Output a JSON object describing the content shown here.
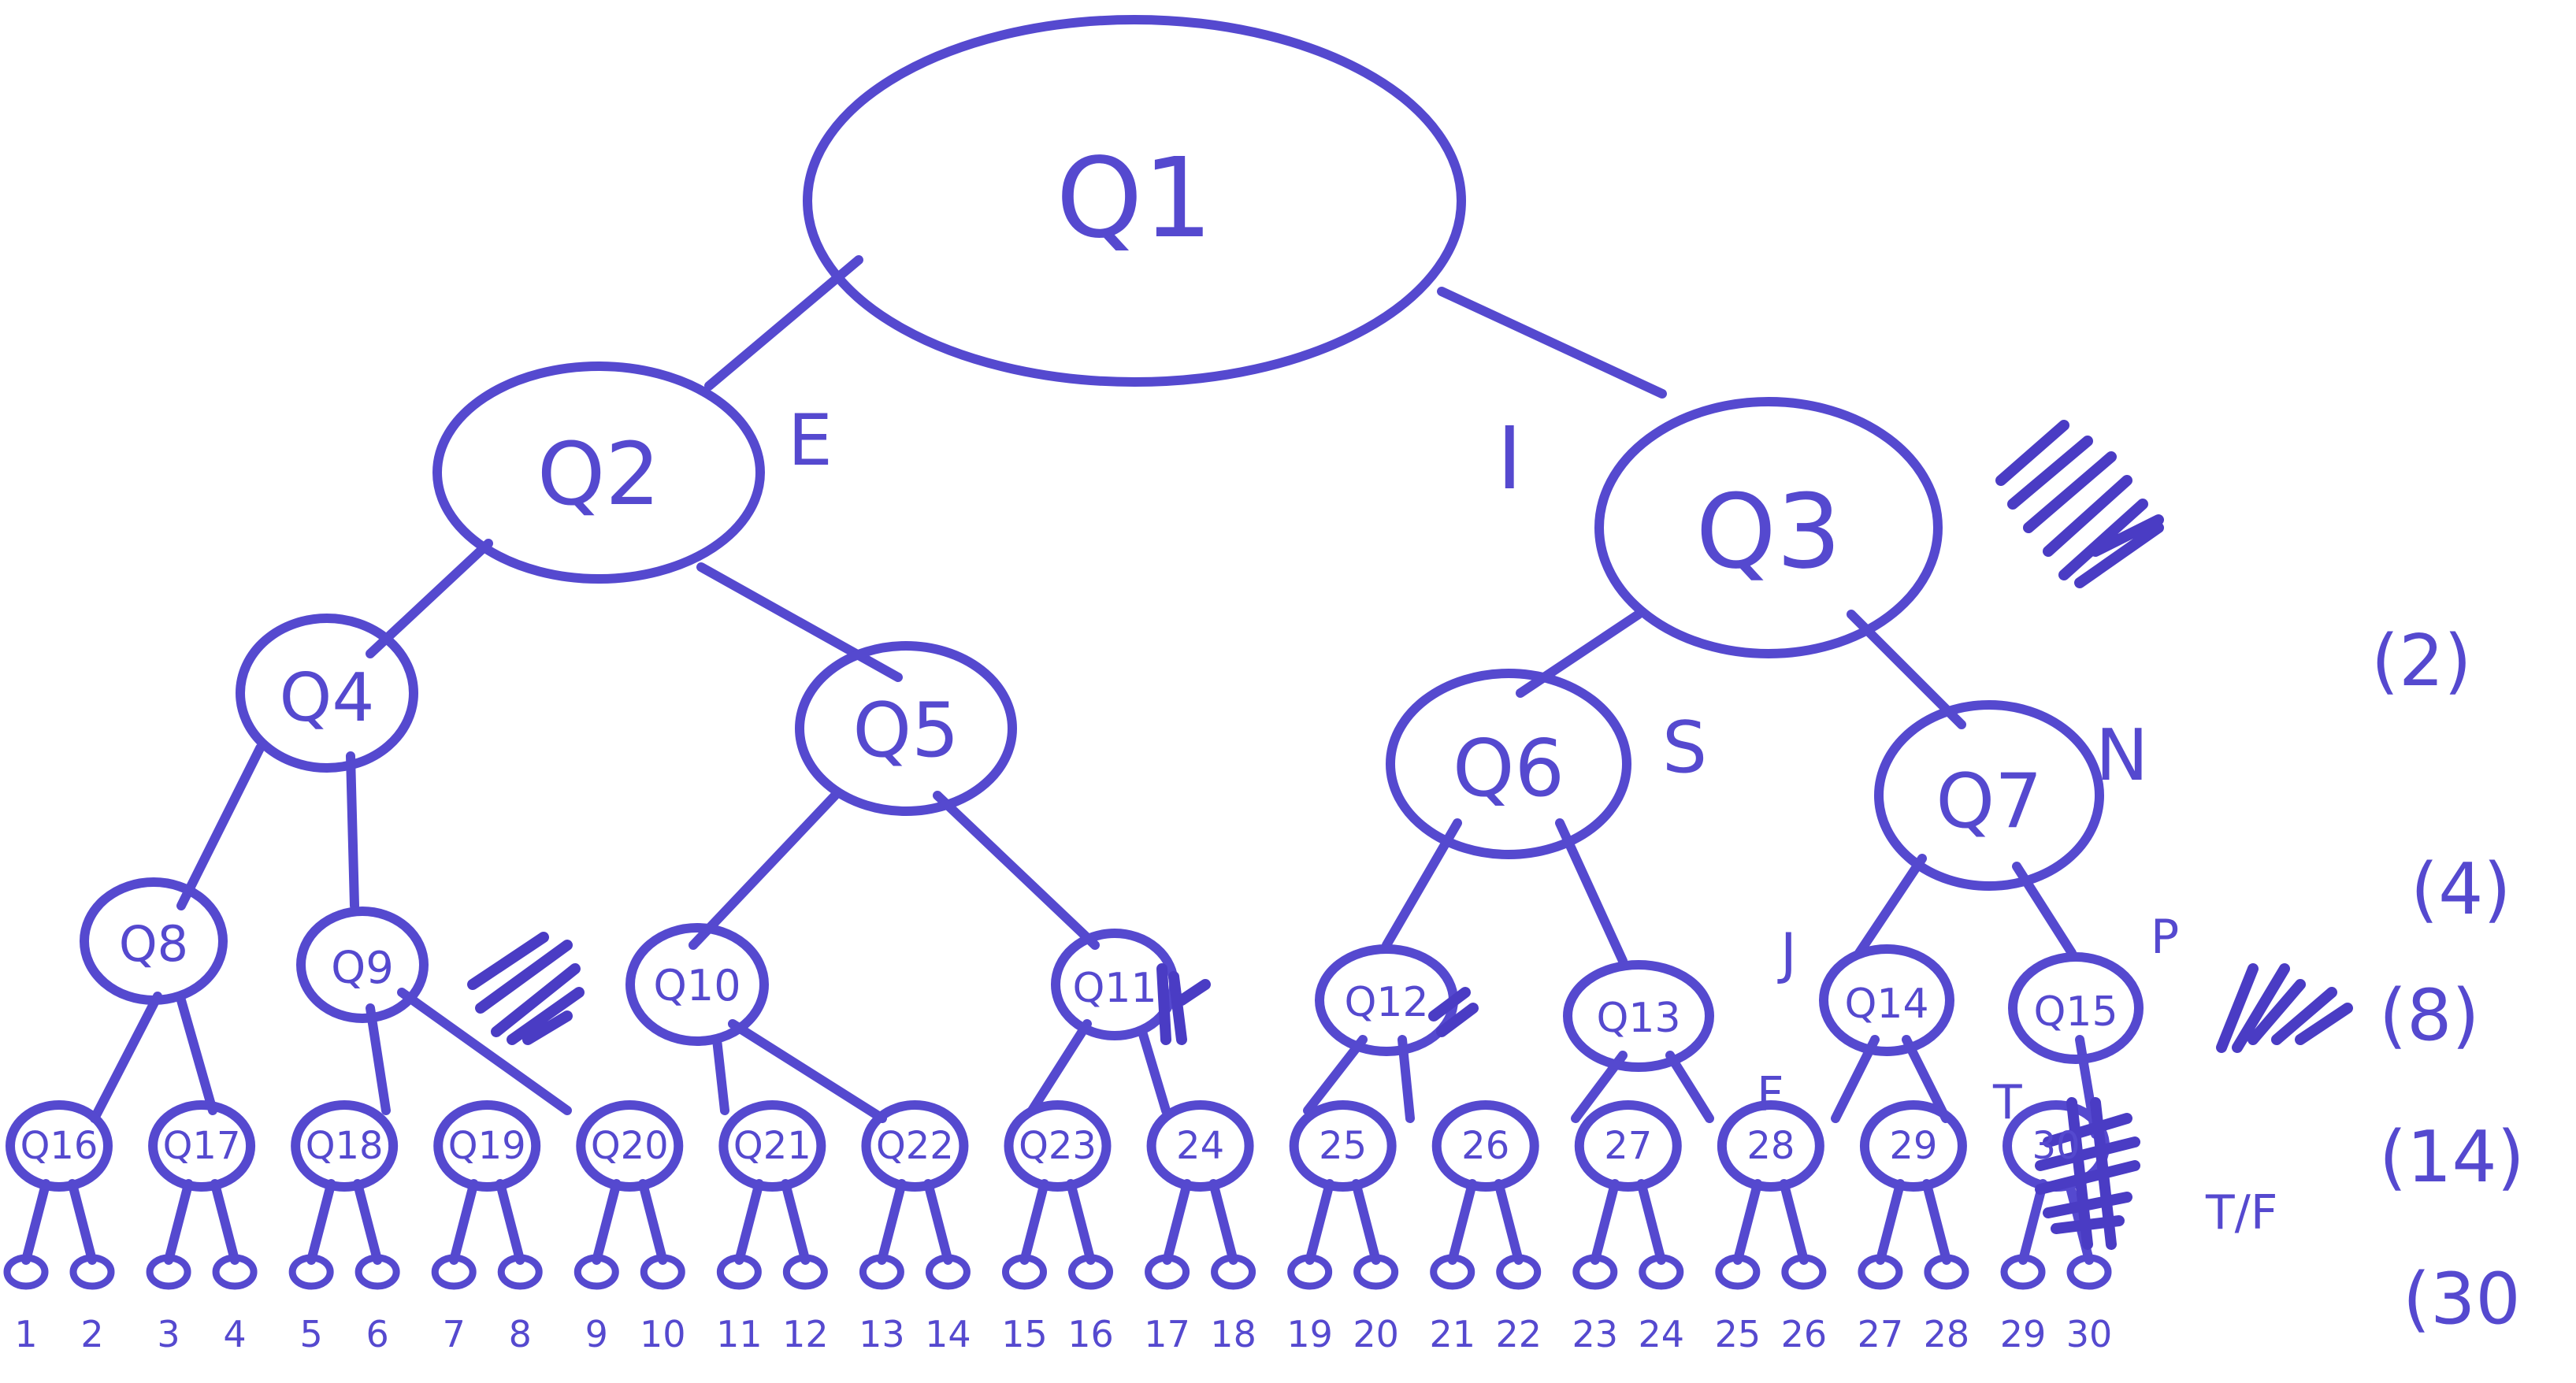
{
  "diagram": {
    "root": "Q1",
    "level2": [
      "Q2",
      "Q3"
    ],
    "level3": [
      "Q4",
      "Q5",
      "Q6",
      "Q7"
    ],
    "level4": [
      "Q8",
      "Q9",
      "Q10",
      "Q11",
      "Q12",
      "Q13",
      "Q14",
      "Q15"
    ],
    "level5": [
      "Q16",
      "Q17",
      "Q18",
      "Q19",
      "Q20",
      "Q21",
      "Q22",
      "Q23",
      "24",
      "25",
      "26",
      "27",
      "28",
      "29",
      "30"
    ],
    "leaf_numbers": [
      "1",
      "2",
      "3",
      "4",
      "5",
      "6",
      "7",
      "8",
      "9",
      "10",
      "11",
      "12",
      "13",
      "14",
      "15",
      "16",
      "17",
      "18",
      "19",
      "20",
      "21",
      "22",
      "23",
      "24",
      "25",
      "26",
      "27",
      "28",
      "29",
      "30"
    ],
    "branch_labels": {
      "e": "E",
      "i": "I",
      "s": "S",
      "n": "N",
      "j": "J",
      "p": "P",
      "f": "F",
      "t": "T",
      "tf": "T/F"
    },
    "level_counts": [
      "(2)",
      "(4)",
      "(8)",
      "(14)",
      "(30"
    ]
  },
  "colors": {
    "ink": "#5549cf",
    "background": "#ffffff"
  }
}
